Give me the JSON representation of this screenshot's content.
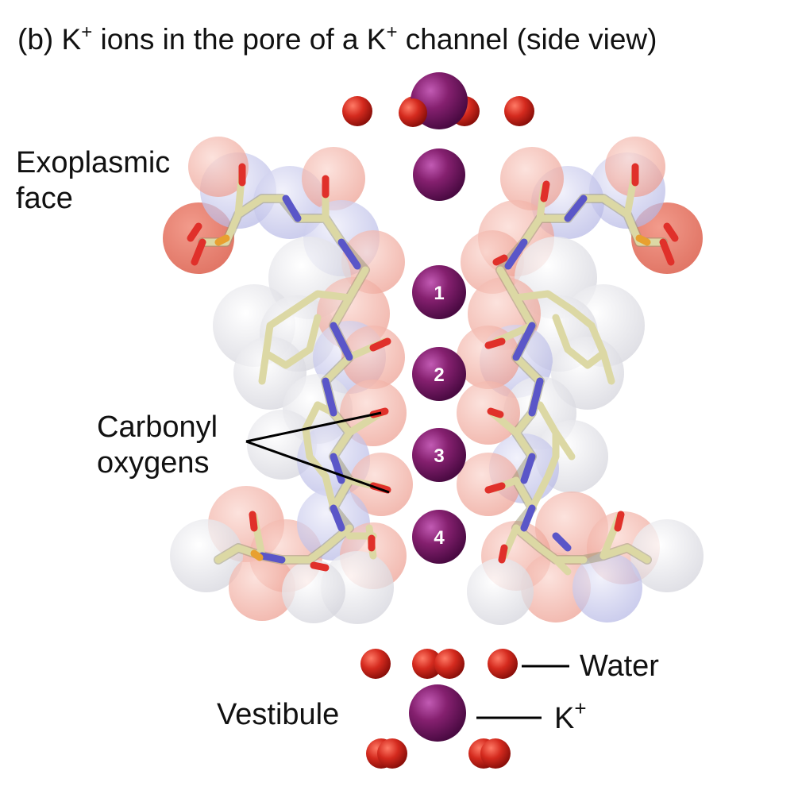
{
  "figure": {
    "title_prefix": "(b) K",
    "title_sup": "+",
    "title_middle": " ions in the pore of a K",
    "title_sup2": "+",
    "title_suffix": " channel (side view)",
    "labels": {
      "exoplasmic_line1": "Exoplasmic",
      "exoplasmic_line2": "face",
      "carbonyl_line1": "Carbonyl",
      "carbonyl_line2": "oxygens",
      "water": "Water",
      "vestibule": "Vestibule",
      "k_ion": "K",
      "k_ion_sup": "+"
    },
    "ion_site_numbers": [
      "1",
      "2",
      "3",
      "4"
    ],
    "colors": {
      "potassium": "#7a1a6e",
      "oxygen_water": "#d42a1e",
      "carbon_stick": "#d8d49a",
      "nitrogen_stick": "#5a56c8",
      "oxygen_stick": "#e0302a",
      "vdw_oxygen": "#f2b2a6",
      "vdw_nitrogen": "#c4c6ec",
      "vdw_carbon": "#e4e4ea"
    }
  }
}
